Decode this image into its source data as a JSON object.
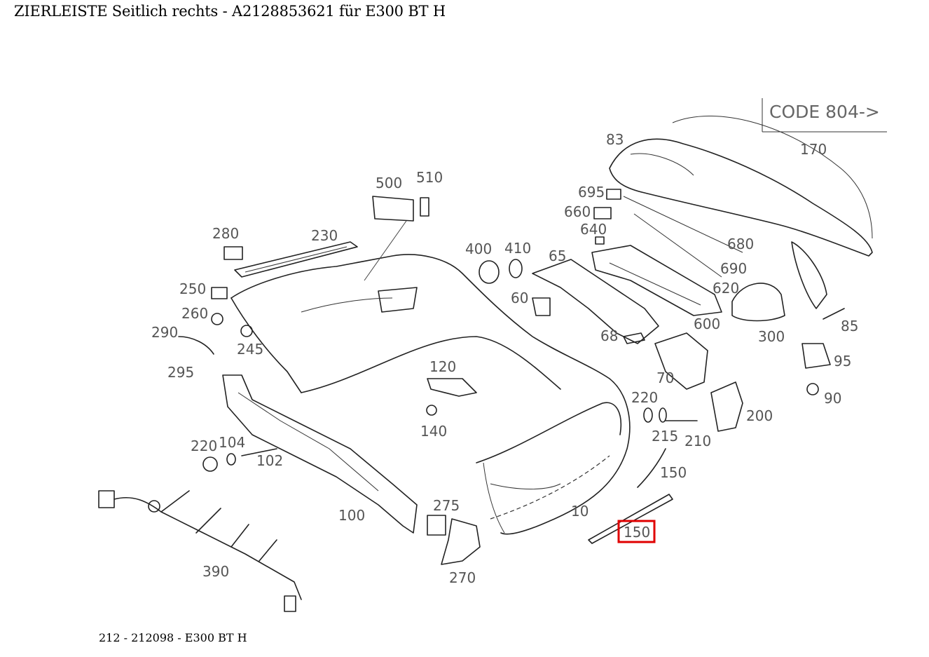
{
  "title": "ZIERLEISTE Seitlich rechts - A21288536 21 für E300 BT H",
  "footer": "212 - 212098 - E300 BT H",
  "code_note": "CODE 804->",
  "highlighted_label": "150",
  "labels": [
    "500",
    "510",
    "280",
    "230",
    "250",
    "260",
    "245",
    "290",
    "295",
    "400",
    "410",
    "60",
    "65",
    "120",
    "140",
    "83",
    "695",
    "660",
    "640",
    "170",
    "680",
    "690",
    "620",
    "600",
    "300",
    "85",
    "95",
    "90",
    "68",
    "70",
    "220",
    "215",
    "210",
    "200",
    "150",
    "220",
    "104",
    "102",
    "100",
    "275",
    "270",
    "10",
    "390",
    "150"
  ]
}
